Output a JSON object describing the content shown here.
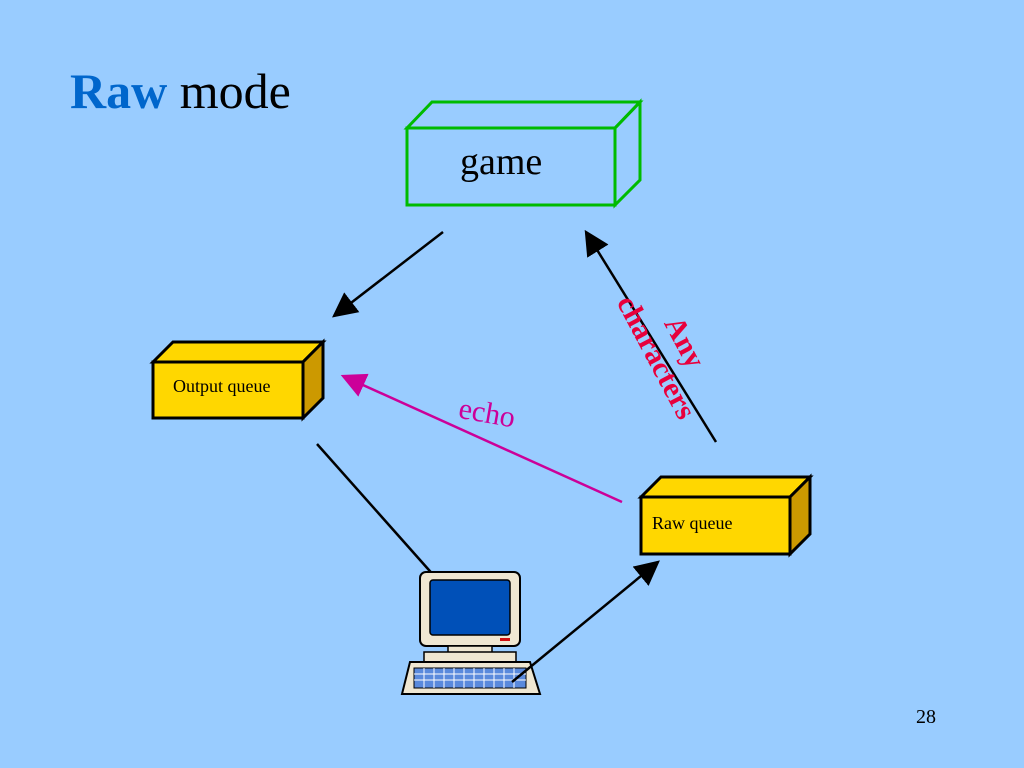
{
  "slide": {
    "title_accent": "Raw",
    "title_rest": " mode",
    "page_number": "28"
  },
  "diagram": {
    "game_label": "game",
    "output_queue_label": "Output queue",
    "raw_queue_label": "Raw queue",
    "echo_label": "echo",
    "any_label": "Any",
    "characters_label": "characters"
  },
  "colors": {
    "background": "#99CCFF",
    "title_accent": "#0066CC",
    "game_box_stroke": "#00BB00",
    "queue_fill": "#FFD700",
    "echo": "#CC0099",
    "any_characters": "#E8003C"
  },
  "icons": {
    "computer": "desktop-computer-icon"
  }
}
